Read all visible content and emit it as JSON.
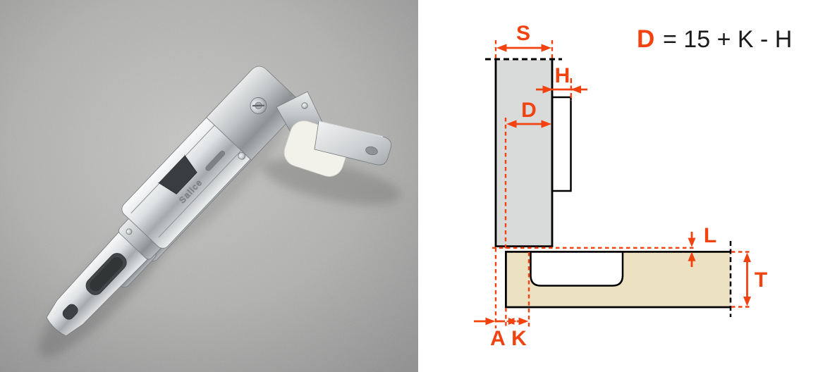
{
  "photo": {
    "alt": "Nickel-plated Salice wide-opening concealed cabinet hinge lying diagonally on a grey speckled surface",
    "engraving": "Salice"
  },
  "diagram": {
    "formula": {
      "lhs": "D",
      "rhs": "= 15 + K - H"
    },
    "dim_labels": {
      "s": "S",
      "h": "H",
      "d": "D",
      "l": "L",
      "t": "T",
      "a": "A",
      "k": "K"
    },
    "colors": {
      "accent": "#f2420f",
      "panel_fill": "#d9dada",
      "door_fill": "#ece1c0",
      "outline": "#000000",
      "background": "#ffffff"
    }
  }
}
